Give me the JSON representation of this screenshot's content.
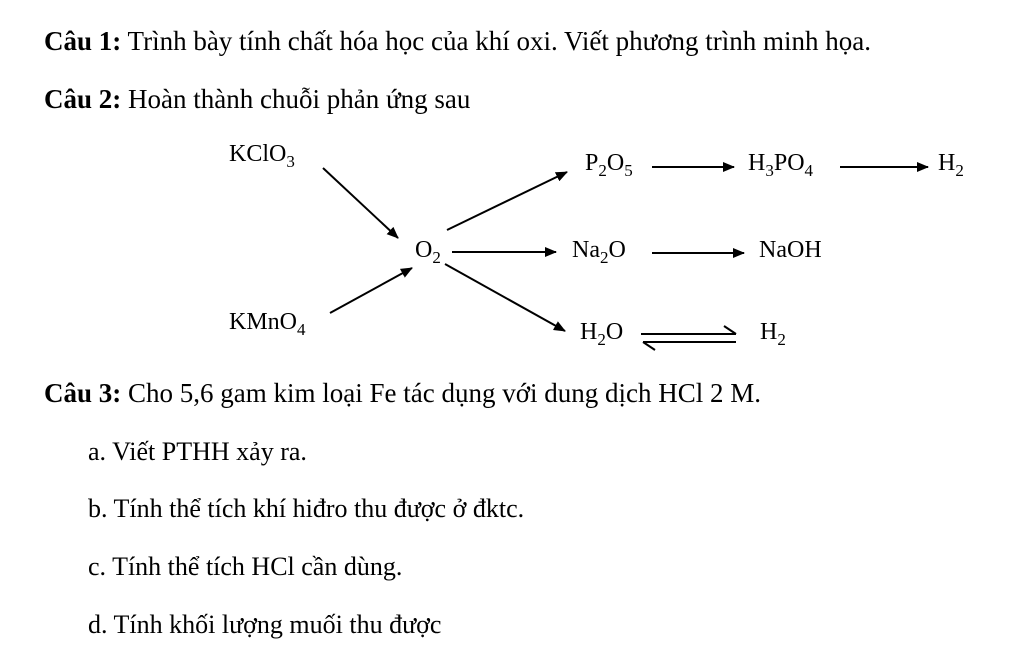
{
  "q1": {
    "label": "Câu 1:",
    "text": "Trình bày tính chất hóa học của khí oxi. Viết phương trình minh họa."
  },
  "q2": {
    "label": "Câu 2:",
    "text": "Hoàn thành chuỗi phản ứng sau"
  },
  "scheme": {
    "kclo3": [
      "KClO",
      "3"
    ],
    "kmno4": [
      "KMnO",
      "4"
    ],
    "o2": [
      "O",
      "2"
    ],
    "p2o5": [
      "P",
      "2",
      "O",
      "5"
    ],
    "h3po4": [
      "H",
      "3",
      "PO",
      "4"
    ],
    "h2_top": [
      "H",
      "2"
    ],
    "na2o": [
      "Na",
      "2",
      "O"
    ],
    "naoh": "NaOH",
    "h2o": [
      "H",
      "2",
      "O"
    ],
    "h2_bottom": [
      "H",
      "2"
    ]
  },
  "q3": {
    "label": "Câu 3:",
    "text": "Cho 5,6 gam kim loại Fe tác dụng với dung dịch HCl 2 M.",
    "items": [
      "a. Viết PTHH xảy ra.",
      "b. Tính thể tích khí hiđro thu được ở đktc.",
      "c. Tính thể tích HCl cần dùng.",
      "d. Tính khối lượng muối thu được"
    ]
  }
}
